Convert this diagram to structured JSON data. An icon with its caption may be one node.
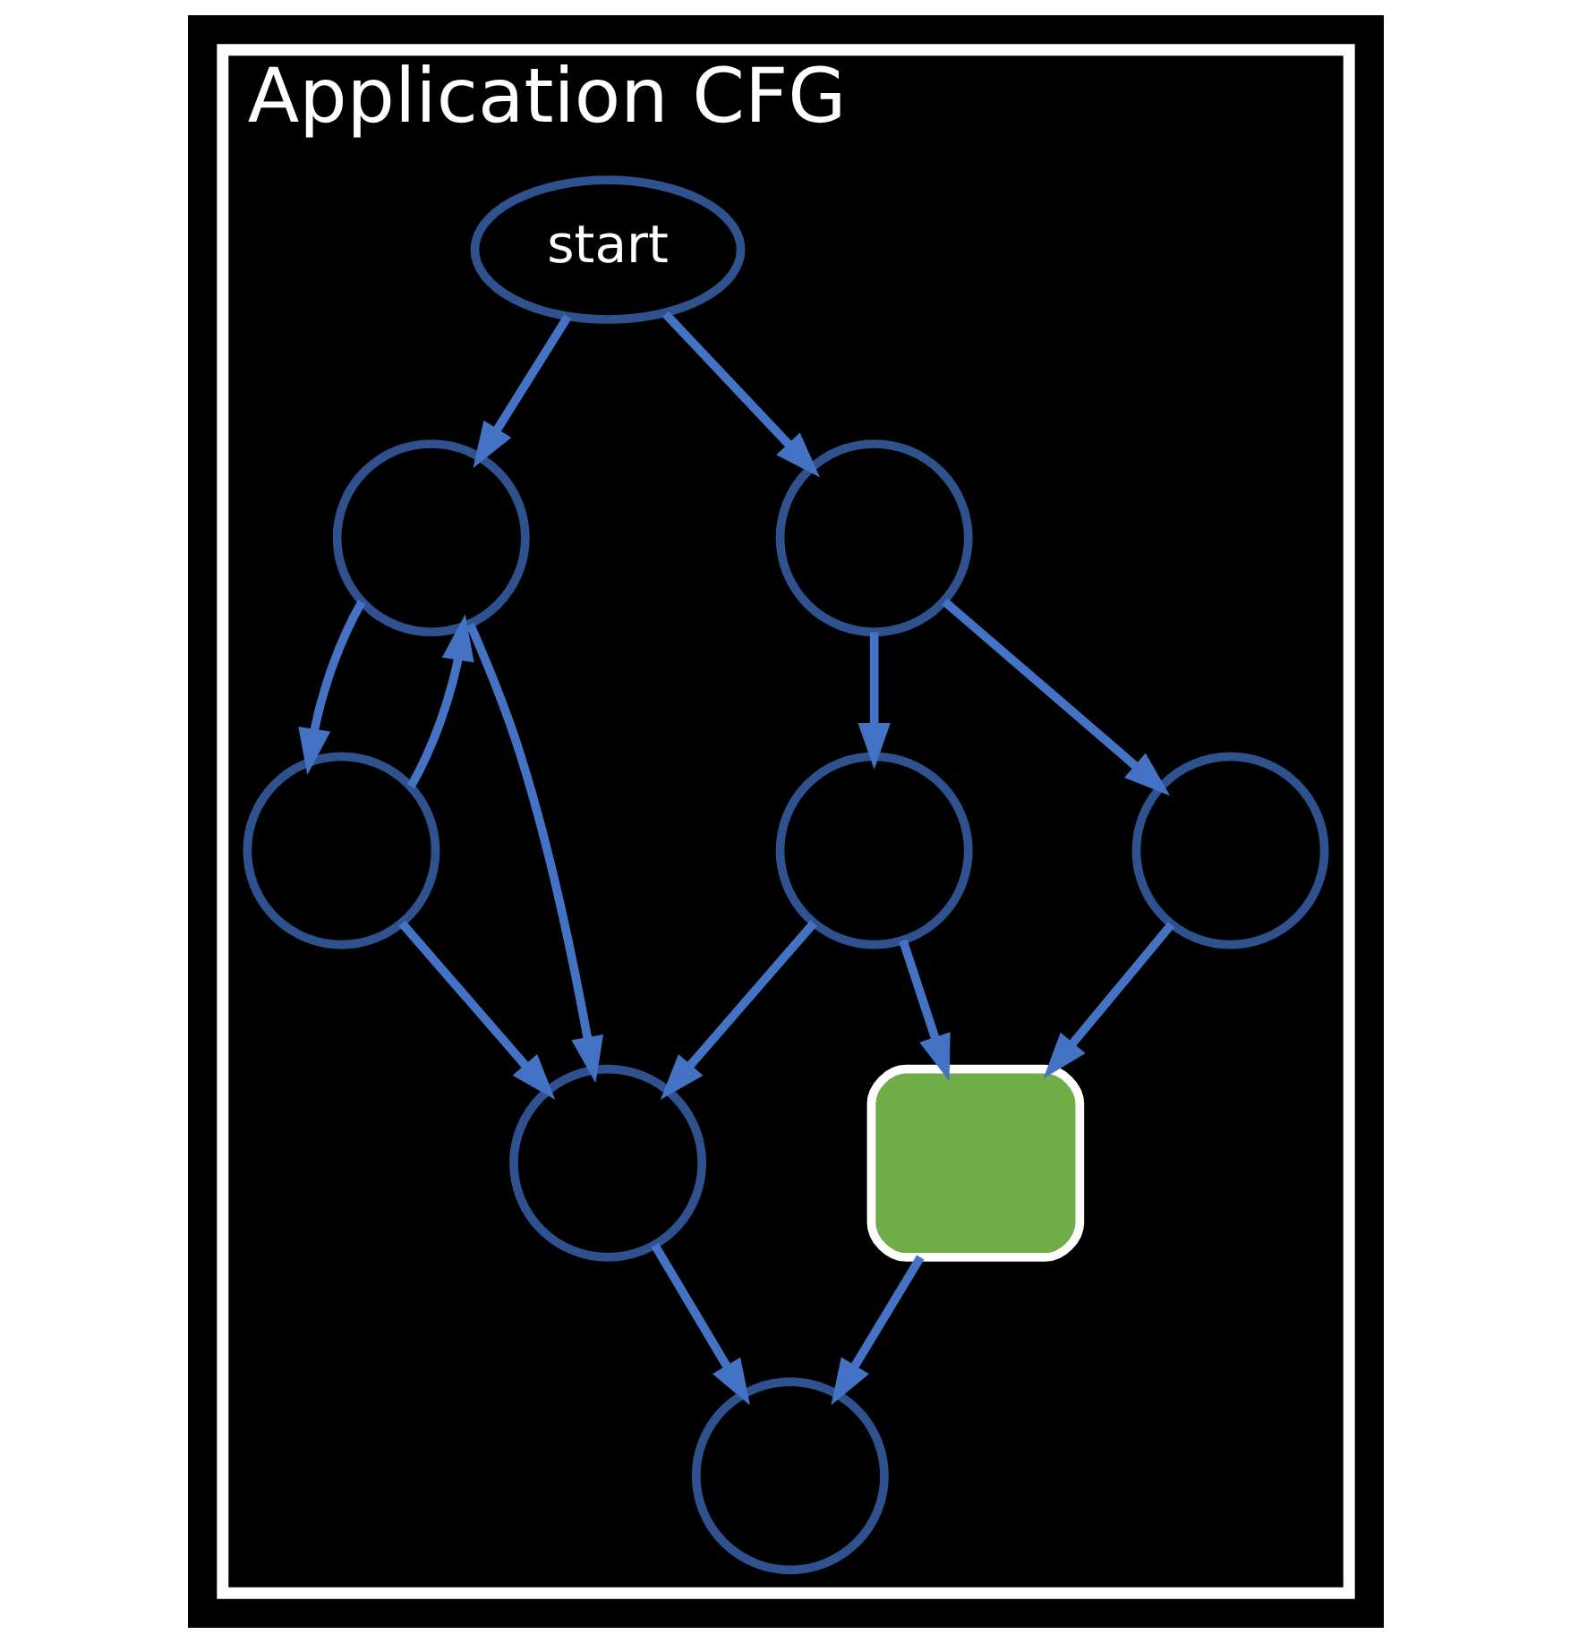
{
  "diagram": {
    "nodes": [
      {
        "text": [
          "Application CFG"
        ]
      },
      {
        "text": [
          "start"
        ],
        "in": 0
      },
      {
        "text": [],
        "shape": "circle",
        "in": 0
      },
      {
        "text": [],
        "shape": "circle",
        "in": 0
      },
      {
        "text": [],
        "shape": "circle",
        "in": 0
      },
      {
        "text": [],
        "shape": "circle",
        "in": 0
      },
      {
        "text": [],
        "shape": "circle",
        "in": 0
      },
      {
        "text": [],
        "shape": "circle",
        "in": 0
      },
      {
        "text": [],
        "shape": "box",
        "in": 0
      },
      {
        "text": [],
        "shape": "circle",
        "in": 0
      }
    ],
    "edges": [
      {
        "from": 1,
        "to": 2,
        "arrow": "to"
      },
      {
        "from": 1,
        "to": 3,
        "arrow": "to"
      },
      {
        "from": 2,
        "to": 4,
        "arrow": "to"
      },
      {
        "from": 2,
        "to": 7,
        "arrow": "to"
      },
      {
        "from": 4,
        "to": 2,
        "arrow": "to"
      },
      {
        "from": 3,
        "to": 5,
        "arrow": "to"
      },
      {
        "from": 3,
        "to": 6,
        "arrow": "to"
      },
      {
        "from": 4,
        "to": 7,
        "arrow": "to"
      },
      {
        "from": 5,
        "to": 7,
        "arrow": "to"
      },
      {
        "from": 5,
        "to": 8,
        "arrow": "to"
      },
      {
        "from": 6,
        "to": 8,
        "arrow": "to"
      },
      {
        "from": 7,
        "to": 9,
        "arrow": "to"
      },
      {
        "from": 8,
        "to": 9,
        "arrow": "to"
      }
    ]
  }
}
